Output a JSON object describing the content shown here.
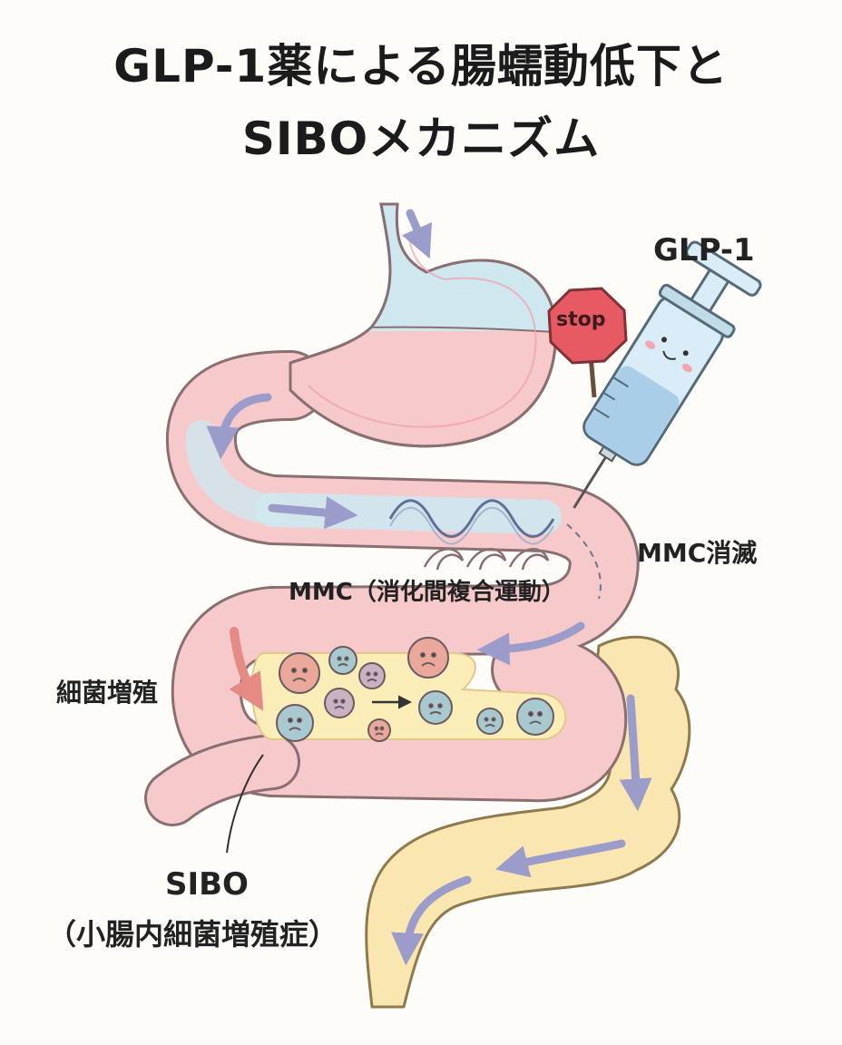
{
  "title": {
    "line1": "GLP-1薬による腸蠕動低下と",
    "line2": "SIBOメカニズム"
  },
  "labels": {
    "glp1": "GLP-1",
    "stop_sign": "stop",
    "mmc_loss": "MMC消滅",
    "mmc": "MMC（消化間複合運動）",
    "bacteria_growth": "細菌増殖",
    "sibo": "SIBO",
    "sibo_full": "（小腸内細菌増殖症）"
  },
  "colors": {
    "intestine": "#f6c9cb",
    "intestine_edge": "#8a6f72",
    "stomach_air": "#cfe8ef",
    "stomach_fluid": "#f4b9c0",
    "colon": "#f9e6b0",
    "colon_edge": "#8d7a4e",
    "arrow": "#9b9cc9",
    "arrow_red": "#e58a84",
    "stop_red": "#e75a63",
    "syringe": "#d9ecf7",
    "bacteria_blue": "#a9c9d1",
    "bacteria_peach": "#eaa89b",
    "bacteria_mauve": "#cbb2c2"
  }
}
